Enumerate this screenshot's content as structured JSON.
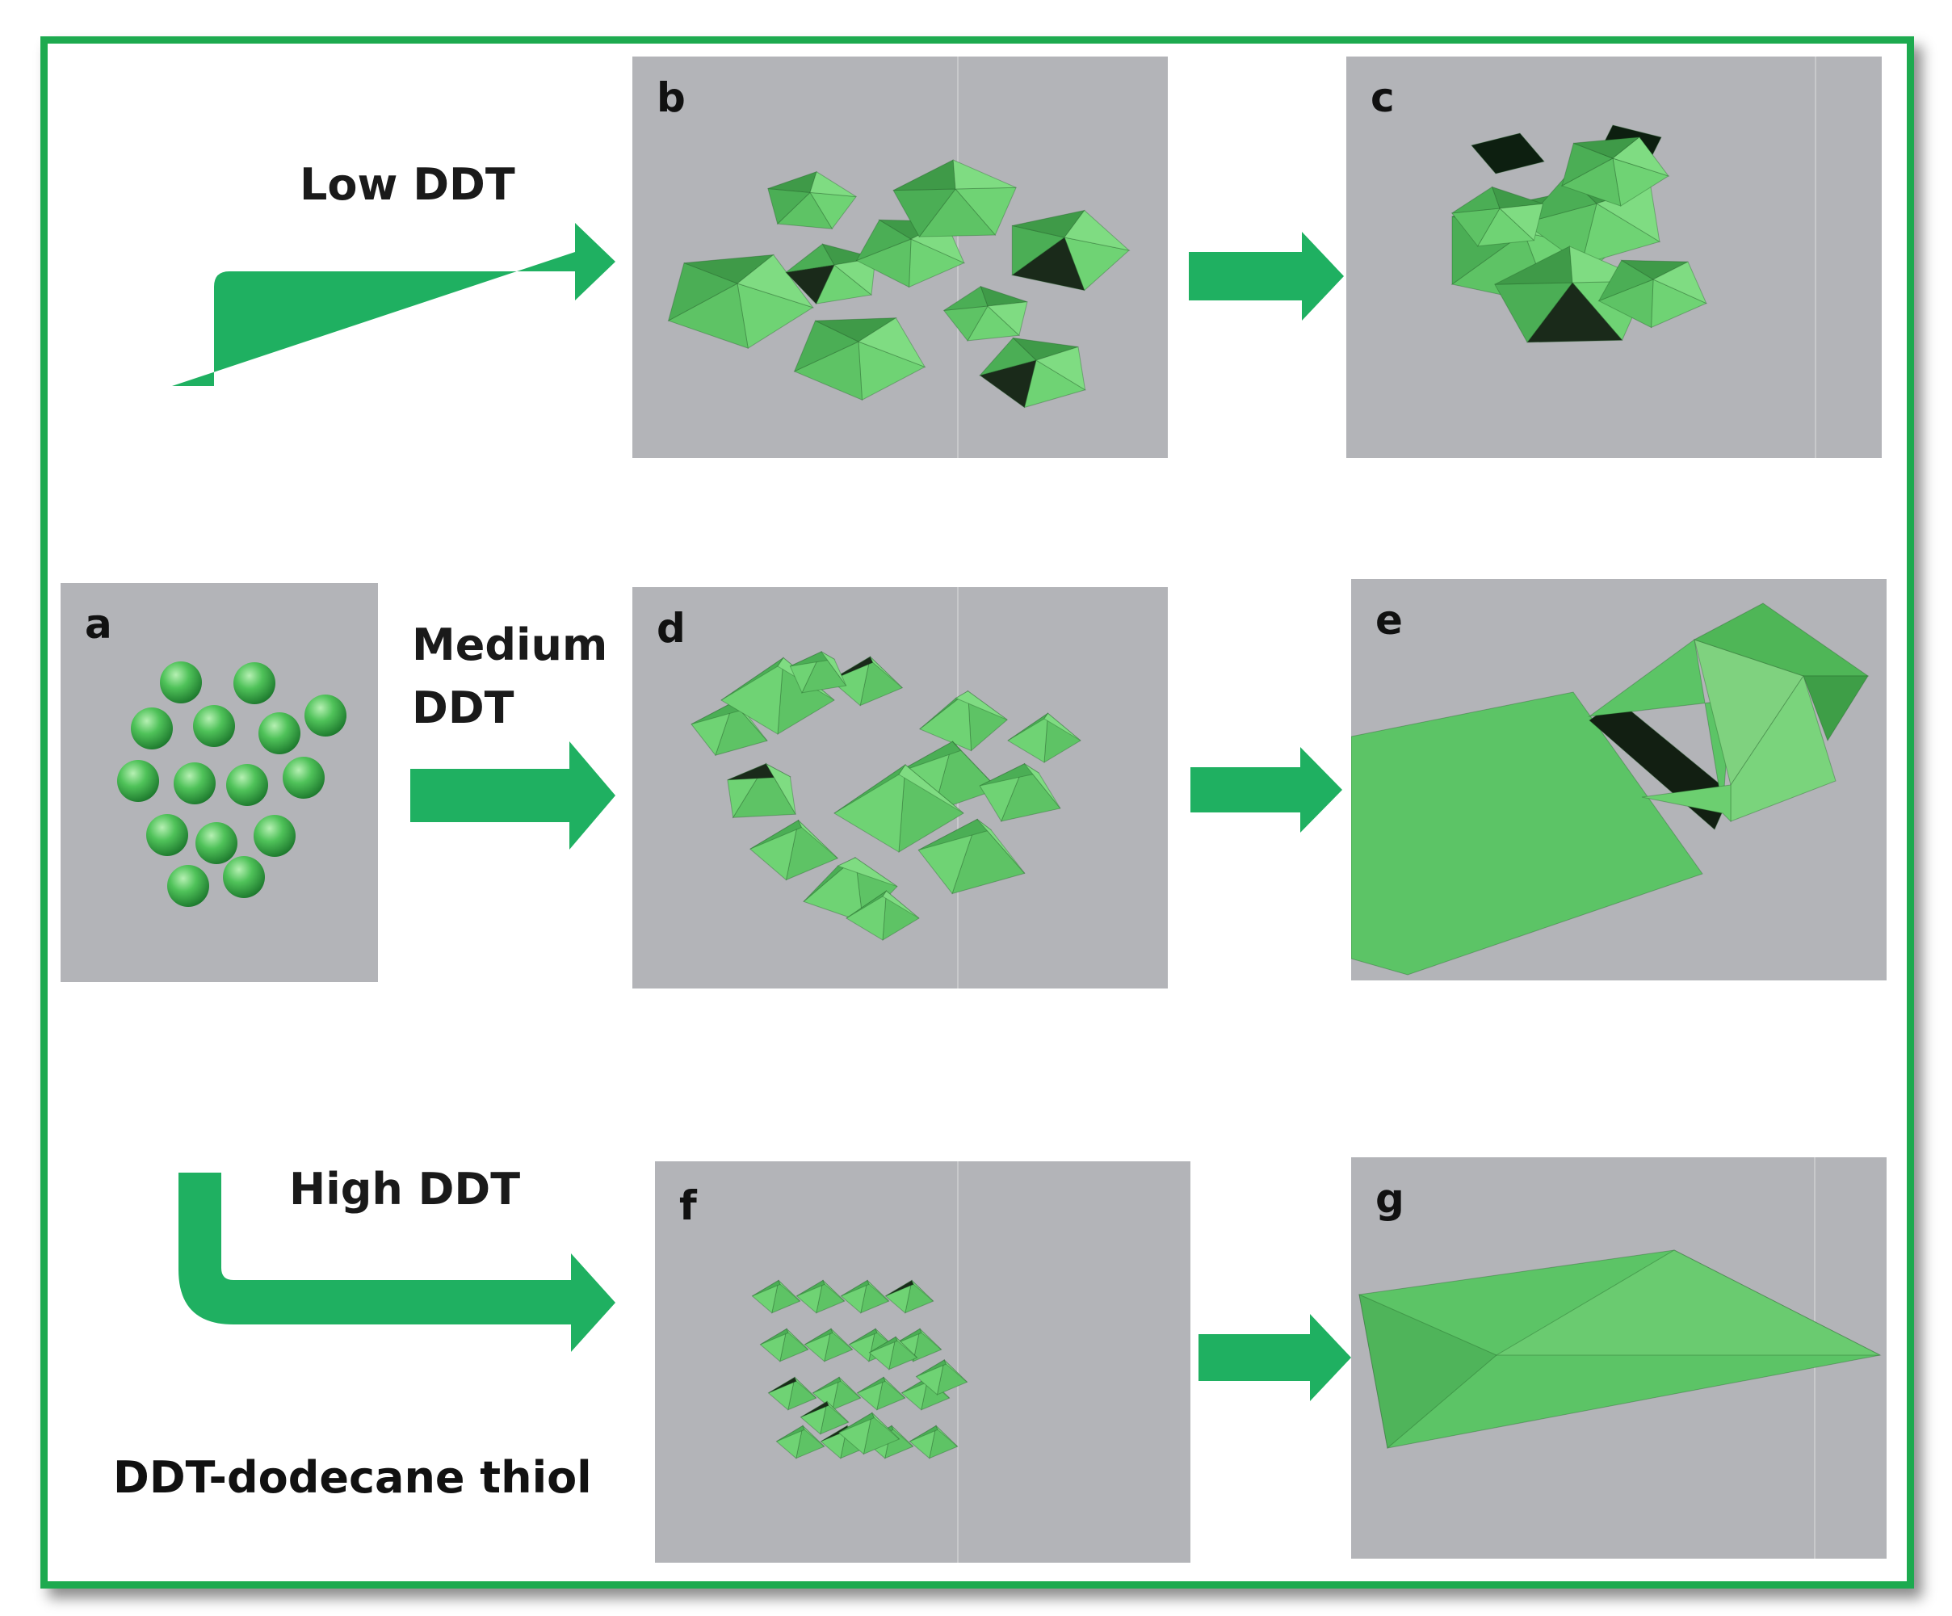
{
  "conditions": {
    "low": "Low DDT",
    "medium_line1": "Medium",
    "medium_line2": "DDT",
    "high": "High DDT"
  },
  "panels": {
    "a": "a",
    "b": "b",
    "c": "c",
    "d": "d",
    "e": "e",
    "f": "f",
    "g": "g"
  },
  "footnote": "DDT-dodecane thiol",
  "colors": {
    "frame_green": "#1daa4f",
    "arrow_green": "#1fb061",
    "shape_green": "#5cc466",
    "panel_gray": "#b3b4b8"
  }
}
